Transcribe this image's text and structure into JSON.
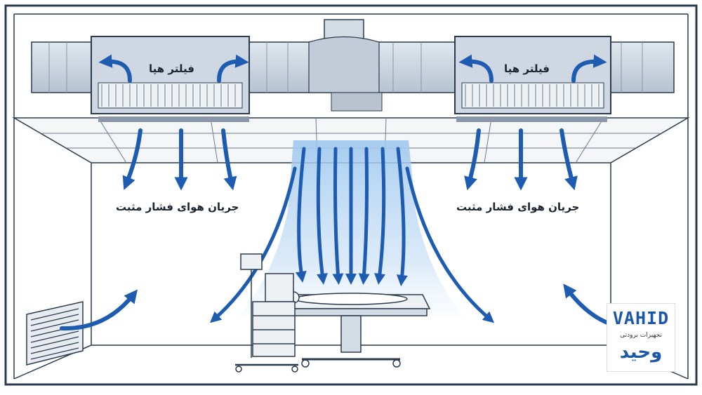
{
  "labels": {
    "hepa_filter_left": "فیلتر هپا",
    "hepa_filter_right": "فیلتر هپا",
    "positive_pressure_left": "جریان هوای فشار مثبت",
    "positive_pressure_right": "جریان هوای فشار مثبت"
  },
  "logo": {
    "latin": "VAHID",
    "subtitle": "تجهیزات برودتی",
    "persian": "وحید"
  },
  "colors": {
    "arrow": "#1d5cb0",
    "duct": "#c9d3df",
    "line": "#2b3a4e",
    "airflow_glow": "#9fc8ef",
    "logo_blue": "#1d58a8"
  }
}
